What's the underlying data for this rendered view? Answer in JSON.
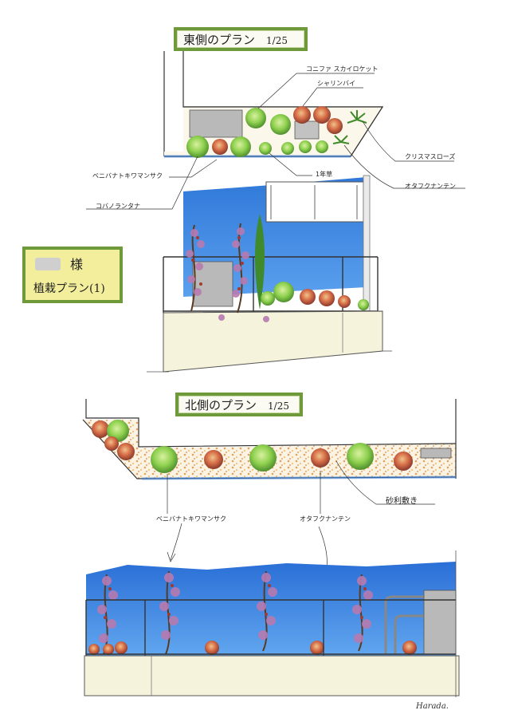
{
  "east_section": {
    "title": "東側のプラン",
    "scale": "1/25",
    "labels": {
      "conifer": "コニファ スカイロケット",
      "camellia": "シャリンバイ",
      "christmas_rose": "クリスマスローズ",
      "nandina": "オタフクナンテン",
      "annual": "1年草",
      "star_jasmine": "ベニバナトキワマンサク",
      "lantana": "コバノランタナ"
    }
  },
  "client_card": {
    "honorific": "様",
    "plan_title": "植栽プラン(1)"
  },
  "north_section": {
    "title": "北側のプラン",
    "scale": "1/25",
    "labels": {
      "gravel": "砂利敷き",
      "star_jasmine": "ベニバナトキワマンサク",
      "nandina": "オタフクナンテン"
    }
  },
  "signature": "Harada.",
  "colors": {
    "frame_green": "#6f9a3c",
    "wall_blue": "#3f86e0",
    "wall_cream": "#f6f3dc",
    "shrub_green": "#8fd14f",
    "shrub_red": "#c8513a",
    "climber_purple": "#b77ab0",
    "unit_gray": "#b9b9b9"
  }
}
